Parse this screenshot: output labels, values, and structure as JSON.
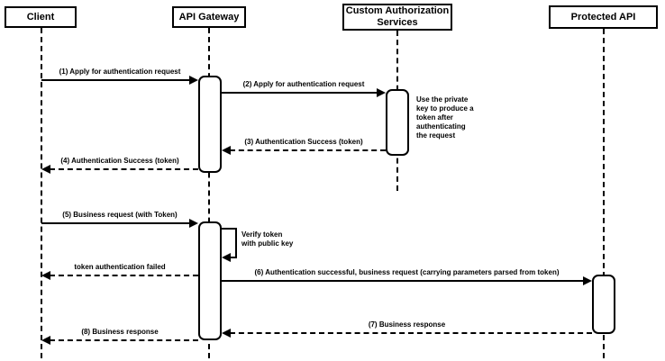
{
  "diagram_type": "sequence-diagram",
  "colors": {
    "line": "#000000",
    "background": "#ffffff",
    "box_fill": "#ffffff",
    "text": "#000000"
  },
  "participants": [
    {
      "id": "client",
      "label": "Client"
    },
    {
      "id": "api-gateway",
      "label": "API Gateway"
    },
    {
      "id": "custom-authorization-services",
      "label": "Custom Authorization\nServices"
    },
    {
      "id": "protected-api",
      "label": "Protected API"
    }
  ],
  "messages": [
    {
      "seq": "1",
      "label": "(1) Apply for authentication request",
      "from": "client",
      "to": "api-gateway",
      "style": "solid"
    },
    {
      "seq": "2",
      "label": "(2) Apply for authentication request",
      "from": "api-gateway",
      "to": "custom-authorization-services",
      "style": "solid"
    },
    {
      "seq": "3",
      "label": "(3) Authentication Success (token)",
      "from": "custom-authorization-services",
      "to": "api-gateway",
      "style": "dashed"
    },
    {
      "seq": "4",
      "label": "(4) Authentication Success (token)",
      "from": "api-gateway",
      "to": "client",
      "style": "dashed"
    },
    {
      "seq": "5",
      "label": "(5) Business request (with Token)",
      "from": "client",
      "to": "api-gateway",
      "style": "solid"
    },
    {
      "seq": "self",
      "label": "Verify token\nwith public key",
      "from": "api-gateway",
      "to": "api-gateway",
      "style": "self-loop"
    },
    {
      "seq": "fail",
      "label": "token authentication failed",
      "from": "api-gateway",
      "to": "client",
      "style": "dashed"
    },
    {
      "seq": "6",
      "label": "(6) Authentication successful, business request (carrying parameters parsed from token)",
      "from": "api-gateway",
      "to": "protected-api",
      "style": "solid"
    },
    {
      "seq": "7",
      "label": "(7) Business response",
      "from": "protected-api",
      "to": "api-gateway",
      "style": "dashed"
    },
    {
      "seq": "8",
      "label": "(8) Business response",
      "from": "api-gateway",
      "to": "client",
      "style": "dashed"
    }
  ],
  "notes": [
    {
      "text": "Use the private\nkey to produce a\ntoken after\nauthenticating\nthe request",
      "attached_to": "custom-authorization-services"
    }
  ]
}
